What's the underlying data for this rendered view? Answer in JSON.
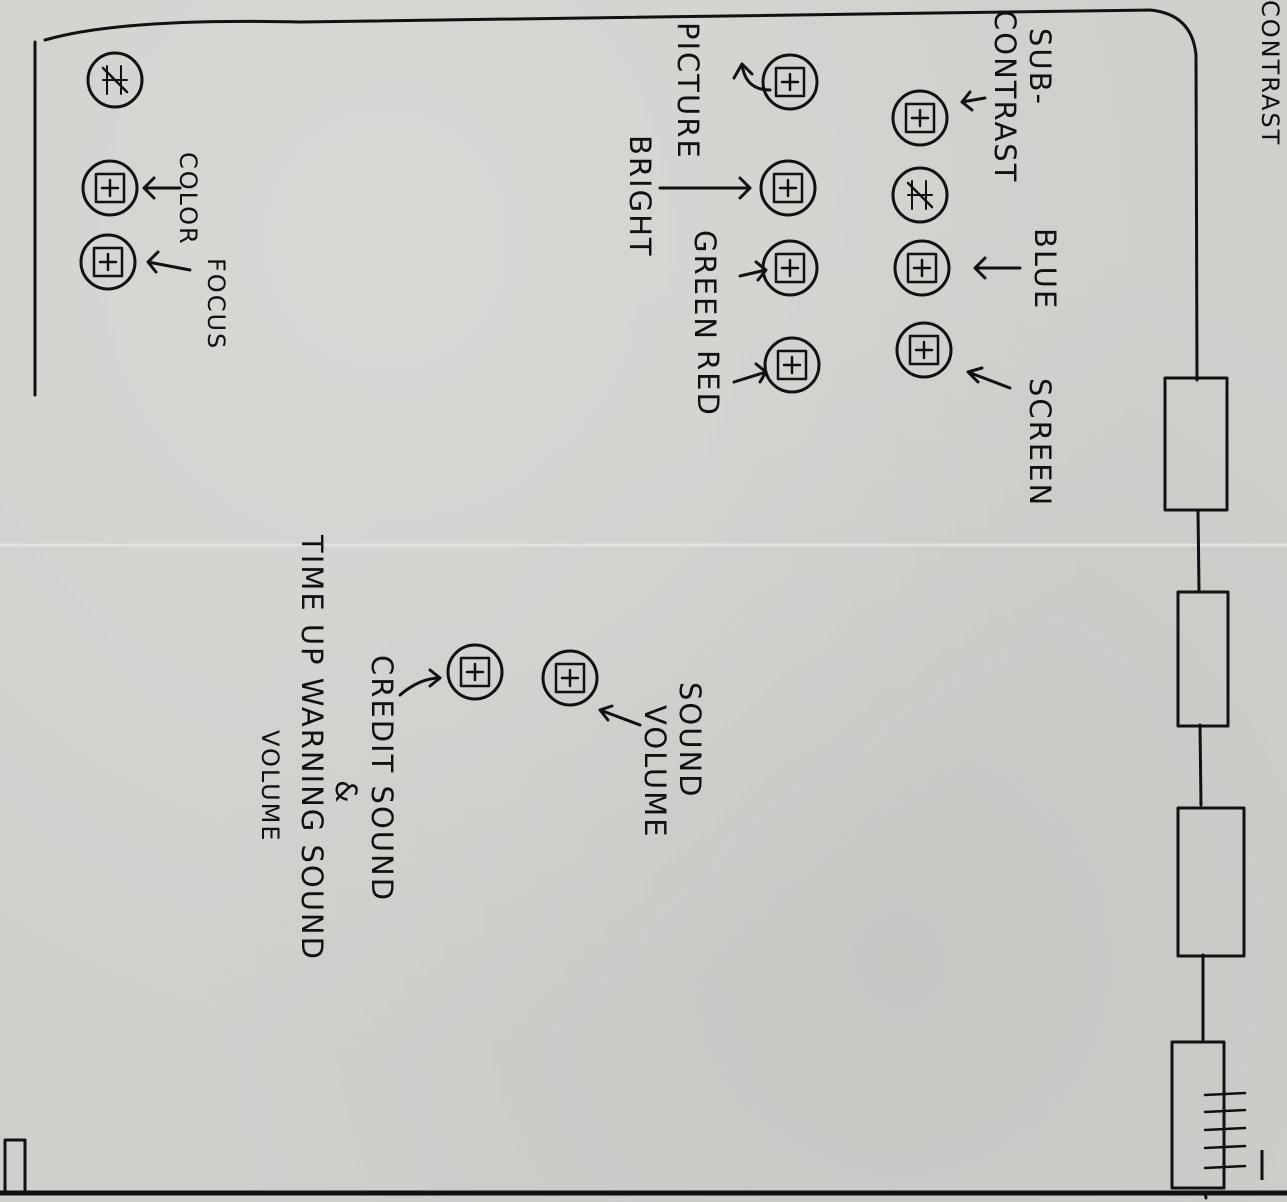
{
  "header_fragment": "CONTRAST",
  "labels": {
    "sub_contrast_1": "SUB-",
    "sub_contrast_2": "CONTRAST",
    "blue": "BLUE",
    "screen": "SCREEN",
    "picture": "PICTURE",
    "bright": "BRIGHT",
    "green": "GREEN",
    "red": "RED",
    "color": "COLOR",
    "focus": "FOCUS",
    "sound_volume_1": "SOUND",
    "sound_volume_2": "VOLUME",
    "credit_1": "CREDIT SOUND",
    "credit_2": "&",
    "credit_3": "TIME UP WARNING SOUND",
    "credit_4": "VOLUME"
  }
}
